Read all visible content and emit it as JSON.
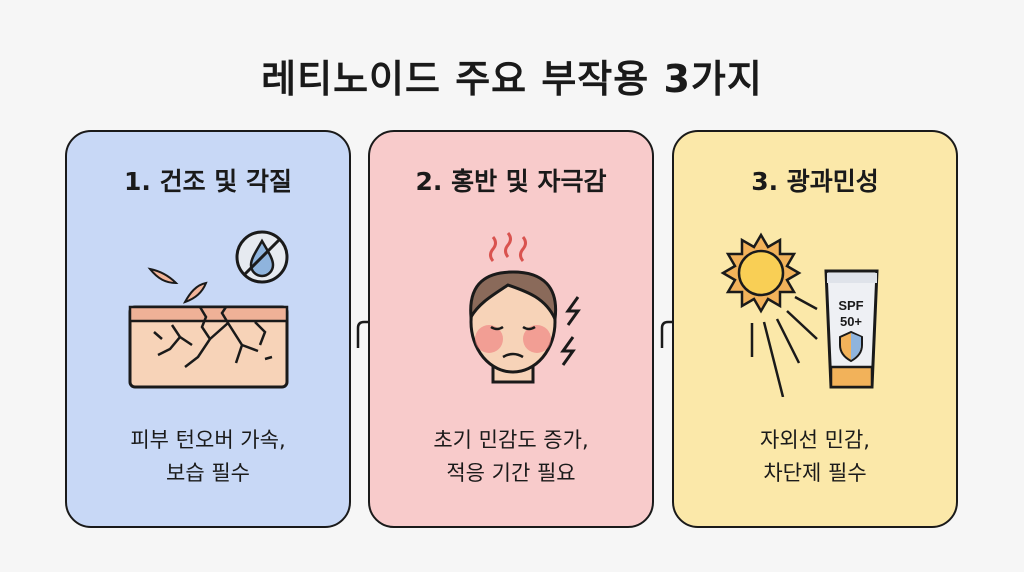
{
  "title": "레티노이드 주요 부작용 3가지",
  "cards": [
    {
      "heading": "1. 건조 및 각질",
      "desc": [
        "피부 턴오버 가속,",
        "보습 필수"
      ],
      "icon": "cracked-skin-icon",
      "color": "#c8d8f6"
    },
    {
      "heading": "2. 홍반 및 자극감",
      "desc": [
        "초기 민감도 증가,",
        "적응 기간 필요"
      ],
      "icon": "irritated-face-icon",
      "color": "#f8cbcb"
    },
    {
      "heading": "3. 광과민성",
      "desc": [
        "자외선 민감,",
        "차단제 필수"
      ],
      "icon": "sun-sunscreen-icon",
      "color": "#fbe8a9"
    }
  ],
  "sunscreen": {
    "line1": "SPF",
    "line2": "50+"
  }
}
